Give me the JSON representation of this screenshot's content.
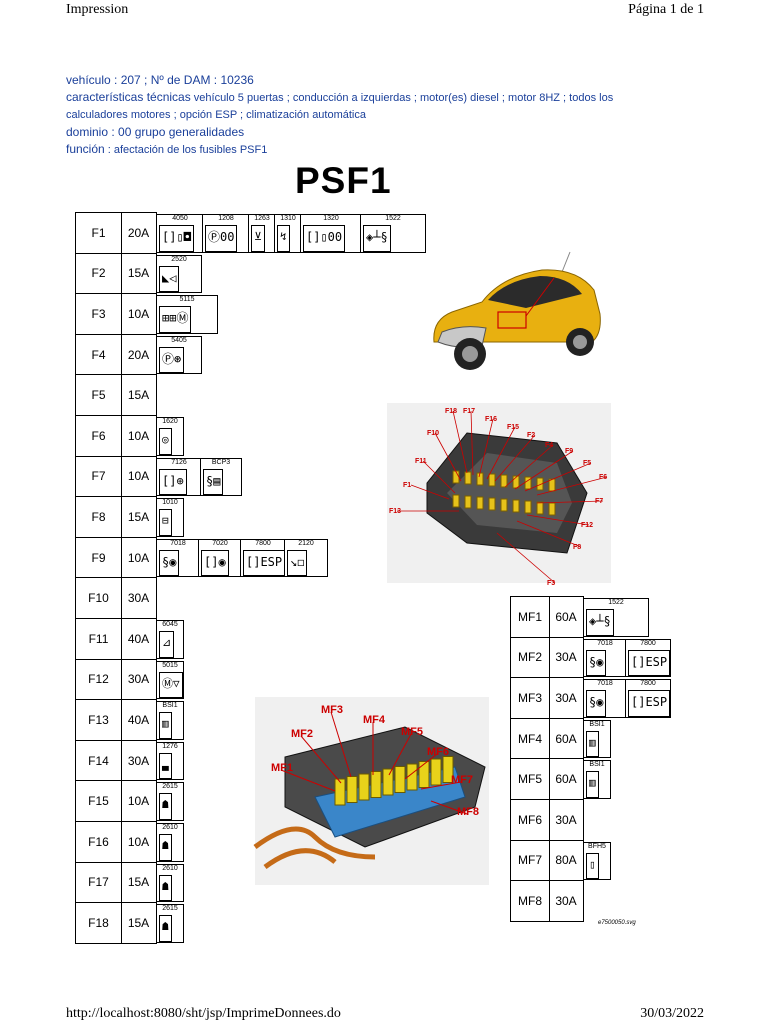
{
  "header": {
    "left": "Impression",
    "right": "Página 1 de 1"
  },
  "footer": {
    "left": "http://localhost:8080/sht/jsp/ImprimeDonnees.do",
    "right": "30/03/2022"
  },
  "meta": {
    "line1": "vehículo : 207 ; Nº de DAM : 10236",
    "line2a": "características técnicas",
    "line2b": " vehículo 5 puertas ; conducción a izquierdas ; motor(es) diesel ; motor 8HZ ; todos los",
    "line3": "calculadores motores ; opción ESP ; climatización automática",
    "line4": "dominio : 00 grupo generalidades",
    "line5a": "función",
    "line5b": " : afectación de los fusibles PSF1"
  },
  "title": "PSF1",
  "fuses": [
    {
      "id": "F1",
      "amp": "20A",
      "comps": [
        {
          "code": "4050",
          "glyph": "[]▯◘"
        },
        {
          "code": "1208",
          "glyph": "Ⓟ00"
        },
        {
          "code": "1263",
          "glyph": "⊻"
        },
        {
          "code": "1310",
          "glyph": "↯"
        },
        {
          "code": "1320",
          "glyph": "[]▯00"
        },
        {
          "code": "1522",
          "glyph": "◈┴§"
        }
      ]
    },
    {
      "id": "F2",
      "amp": "15A",
      "comps": [
        {
          "code": "2520",
          "glyph": "◣◁"
        }
      ]
    },
    {
      "id": "F3",
      "amp": "10A",
      "comps": [
        {
          "code": "5115",
          "glyph": "⊞⊞Ⓜ"
        }
      ]
    },
    {
      "id": "F4",
      "amp": "20A",
      "comps": [
        {
          "code": "5405",
          "glyph": "Ⓟ⊛"
        }
      ]
    },
    {
      "id": "F5",
      "amp": "15A",
      "comps": []
    },
    {
      "id": "F6",
      "amp": "10A",
      "comps": [
        {
          "code": "1620",
          "glyph": "◎"
        }
      ]
    },
    {
      "id": "F7",
      "amp": "10A",
      "comps": [
        {
          "code": "7126",
          "glyph": "[]⊕"
        },
        {
          "code": "BCP3",
          "glyph": "§▤"
        }
      ]
    },
    {
      "id": "F8",
      "amp": "15A",
      "comps": [
        {
          "code": "1010",
          "glyph": "⊟"
        }
      ]
    },
    {
      "id": "F9",
      "amp": "10A",
      "comps": [
        {
          "code": "7018",
          "glyph": "§◉"
        },
        {
          "code": "7020",
          "glyph": "[]◉"
        },
        {
          "code": "7800",
          "glyph": "[]ESP"
        },
        {
          "code": "2120",
          "glyph": "↘◻"
        }
      ]
    },
    {
      "id": "F10",
      "amp": "30A",
      "comps": []
    },
    {
      "id": "F11",
      "amp": "40A",
      "comps": [
        {
          "code": "6045",
          "glyph": "⊿"
        }
      ]
    },
    {
      "id": "F12",
      "amp": "30A",
      "comps": [
        {
          "code": "5015",
          "glyph": "Ⓜ▽"
        }
      ]
    },
    {
      "id": "F13",
      "amp": "40A",
      "comps": [
        {
          "code": "BSI1",
          "glyph": "▥"
        }
      ]
    },
    {
      "id": "F14",
      "amp": "30A",
      "comps": [
        {
          "code": "1276",
          "glyph": "▃"
        }
      ]
    },
    {
      "id": "F15",
      "amp": "10A",
      "comps": [
        {
          "code": "2615",
          "glyph": "☗"
        }
      ]
    },
    {
      "id": "F16",
      "amp": "10A",
      "comps": [
        {
          "code": "2610",
          "glyph": "☗"
        }
      ]
    },
    {
      "id": "F17",
      "amp": "15A",
      "comps": [
        {
          "code": "2610",
          "glyph": "☗"
        }
      ]
    },
    {
      "id": "F18",
      "amp": "15A",
      "comps": [
        {
          "code": "2615",
          "glyph": "☗"
        }
      ]
    }
  ],
  "mfuses": [
    {
      "id": "MF1",
      "amp": "60A",
      "comps": [
        {
          "code": "1522",
          "glyph": "◈┴§"
        }
      ]
    },
    {
      "id": "MF2",
      "amp": "30A",
      "comps": [
        {
          "code": "7018",
          "glyph": "§◉"
        },
        {
          "code": "7800",
          "glyph": "[]ESP"
        }
      ]
    },
    {
      "id": "MF3",
      "amp": "30A",
      "comps": [
        {
          "code": "7018",
          "glyph": "§◉"
        },
        {
          "code": "7800",
          "glyph": "[]ESP"
        }
      ]
    },
    {
      "id": "MF4",
      "amp": "60A",
      "comps": [
        {
          "code": "BSI1",
          "glyph": "▥"
        }
      ]
    },
    {
      "id": "MF5",
      "amp": "60A",
      "comps": [
        {
          "code": "BSI1",
          "glyph": "▥"
        }
      ]
    },
    {
      "id": "MF6",
      "amp": "30A",
      "comps": []
    },
    {
      "id": "MF7",
      "amp": "80A",
      "comps": [
        {
          "code": "BFH5",
          "glyph": "▯"
        }
      ]
    },
    {
      "id": "MF8",
      "amp": "30A",
      "comps": []
    }
  ],
  "psf_labels": [
    "F18",
    "F17",
    "F16",
    "F15",
    "F10",
    "F2",
    "F4",
    "F9",
    "F5",
    "F6",
    "F11",
    "F1",
    "F7",
    "F13",
    "F12",
    "F8",
    "F3"
  ],
  "mf_labels": [
    "MF3",
    "MF4",
    "MF2",
    "MF5",
    "MF6",
    "MF1",
    "MF7",
    "MF8"
  ],
  "caption": "e7500050.svg"
}
